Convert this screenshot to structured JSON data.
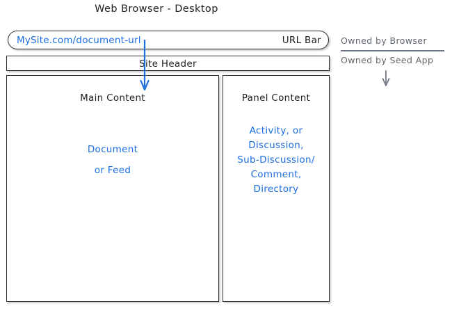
{
  "diagram": {
    "title": "Web Browser - Desktop",
    "colors": {
      "accent_blue": "#1b6ddf",
      "ink": "#1f1f1f",
      "gray": "#60666e",
      "background": "#ffffff"
    }
  },
  "browser": {
    "url_bar": {
      "url_value": "MySite.com/document-url",
      "label": "URL Bar"
    }
  },
  "site": {
    "header_label": "Site Header"
  },
  "main_content": {
    "heading": "Main Content",
    "body_lines": [
      "Document",
      "or Feed"
    ]
  },
  "panel_content": {
    "heading": "Panel Content",
    "body_lines": [
      "Activity, or",
      "Discussion,",
      "Sub-Discussion/",
      "Comment,",
      "Directory"
    ]
  },
  "legend": {
    "browser_owner": "Owned by Browser",
    "app_owner": "Owned by Seed App"
  },
  "annotations": {
    "url_to_main_arrow": "arrow-down-icon",
    "legend_arrow": "arrow-down-icon"
  }
}
